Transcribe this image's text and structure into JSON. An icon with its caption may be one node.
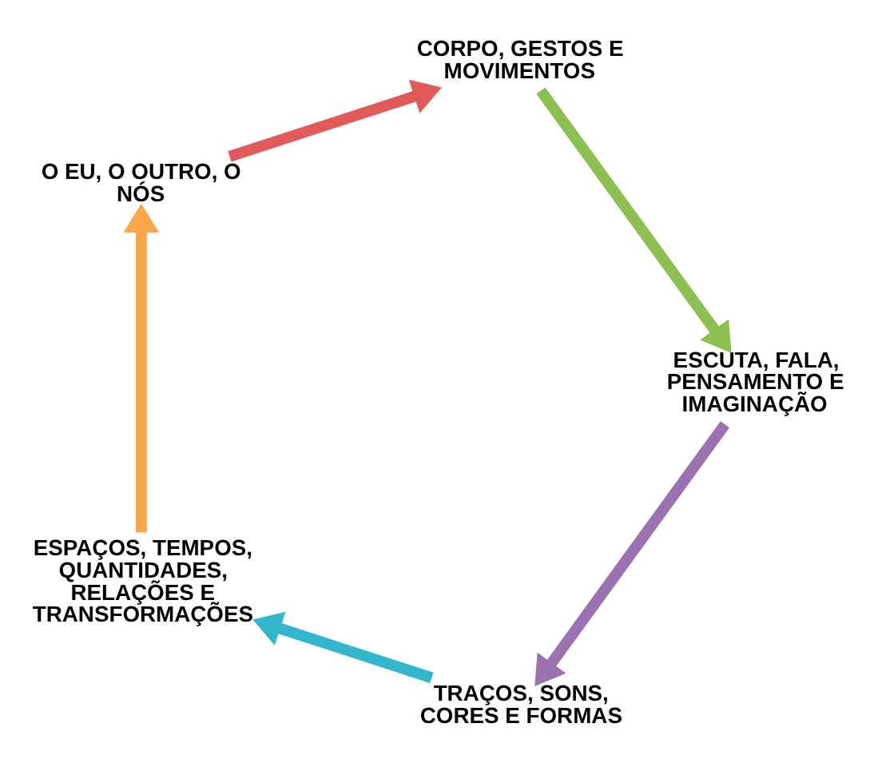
{
  "diagram": {
    "nodes": [
      {
        "text": [
          "ESPAÇOS, TEMPOS, QUANTIDADES, RELAÇÕES E TRANSFORMAÇÕES"
        ]
      },
      {
        "text": [
          "O EU, O OUTRO, O NÓS"
        ]
      },
      {
        "text": [
          "CORPO, GESTOS E MOVIMENTOS"
        ]
      },
      {
        "text": [
          "ESCUTA, FALA, PENSAMENTO E IMAGINAÇÃO"
        ]
      },
      {
        "text": [
          "TRAÇOS, SONS, CORES E FORMAS"
        ]
      }
    ],
    "edges": [
      {
        "from": 0,
        "to": 1,
        "arrow": "to",
        "color": "#f9a54a"
      },
      {
        "from": 1,
        "to": 2,
        "arrow": "to",
        "color": "#e05a5a"
      },
      {
        "from": 2,
        "to": 3,
        "arrow": "to",
        "color": "#8cc152"
      },
      {
        "from": 3,
        "to": 4,
        "arrow": "to",
        "color": "#9b72b0"
      },
      {
        "from": 4,
        "to": 0,
        "arrow": "to",
        "color": "#31b6cc"
      }
    ]
  }
}
